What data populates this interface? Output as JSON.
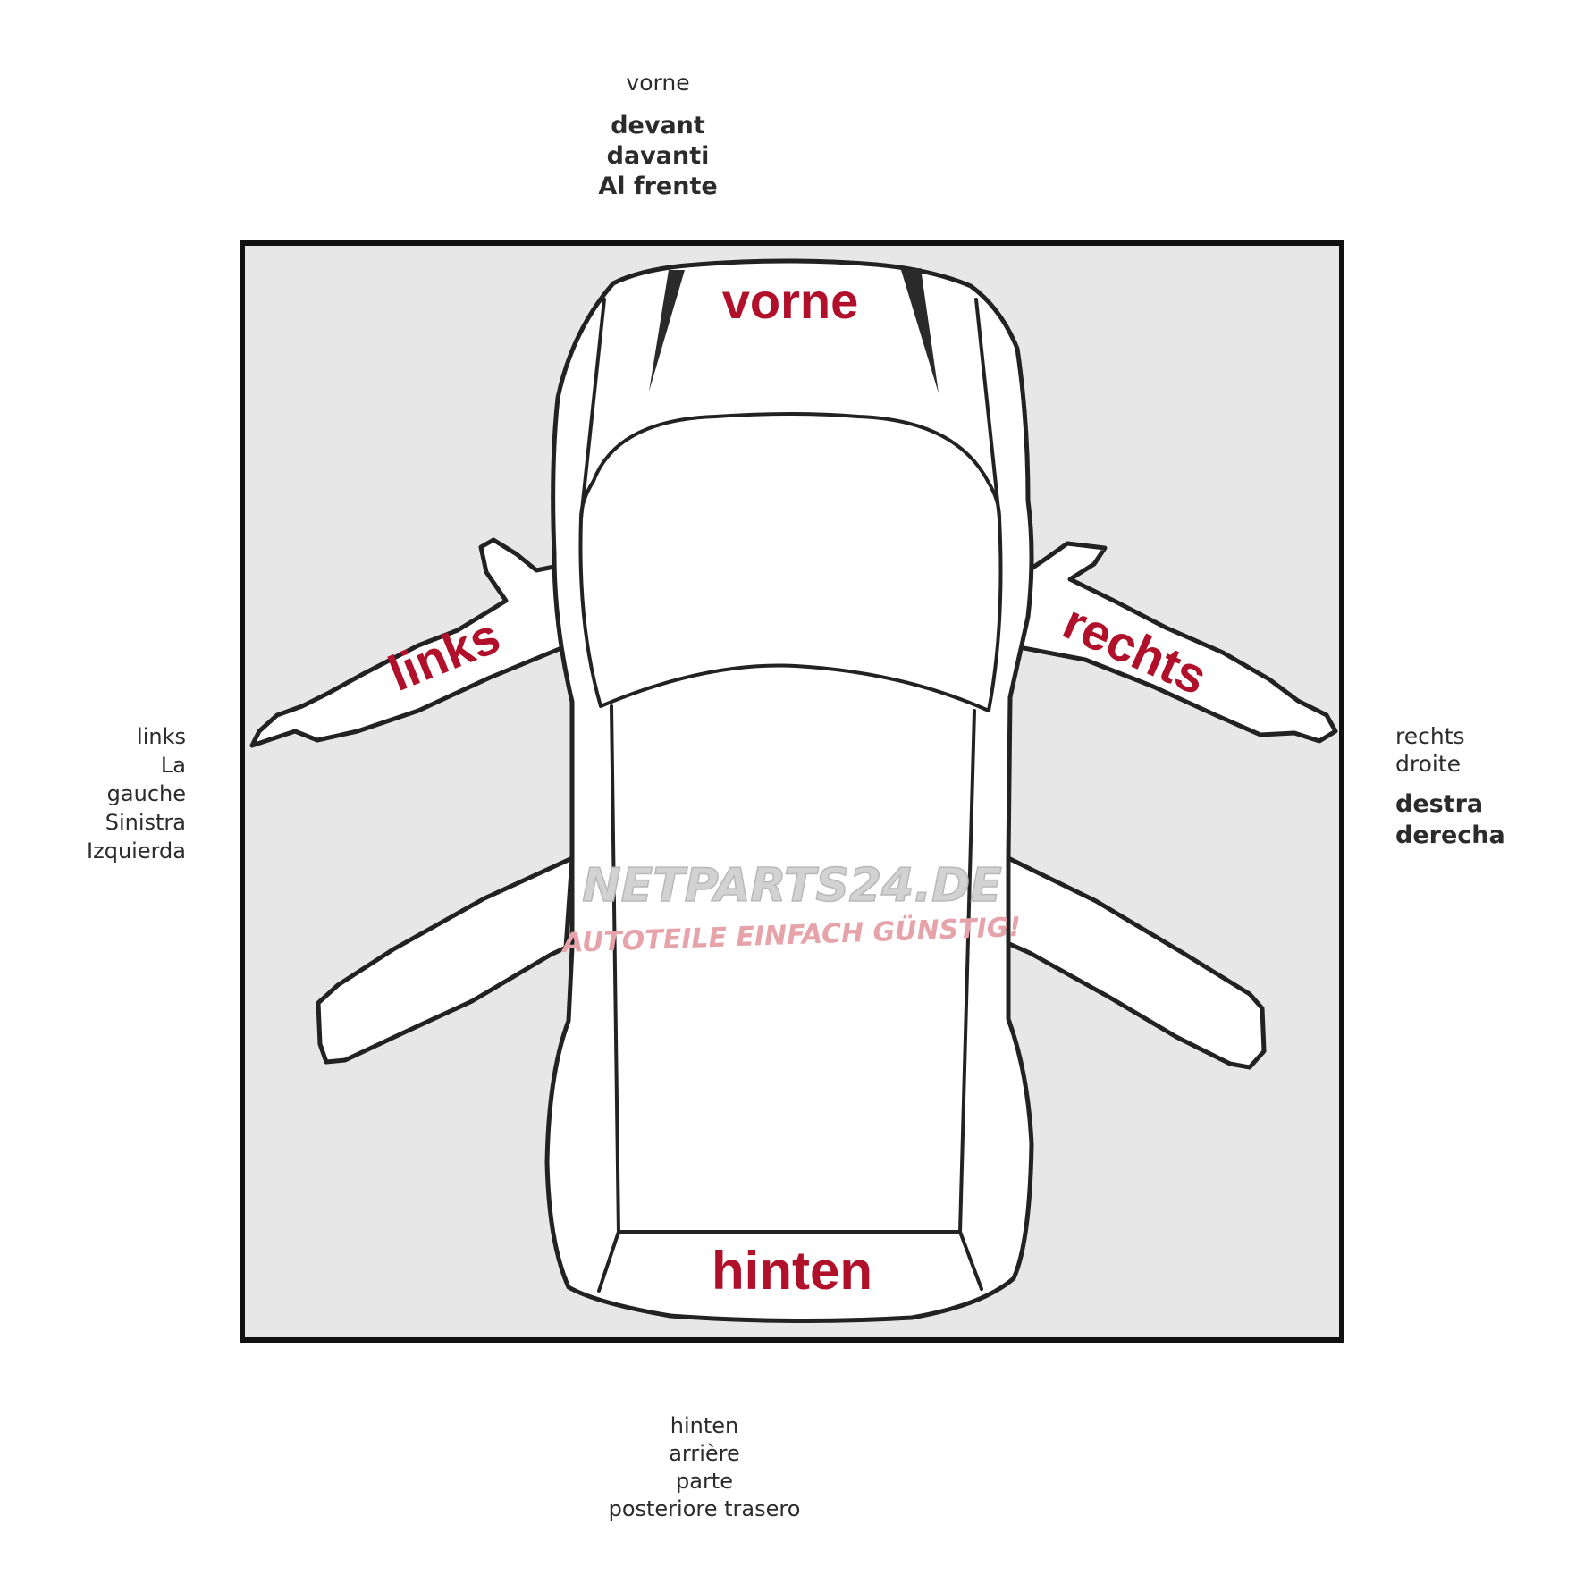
{
  "top_labels": {
    "line1": "vorne",
    "line2": "devant",
    "line3": "davanti",
    "line4": "Al frente"
  },
  "left_labels": {
    "line1": "links",
    "line2": "La",
    "line3": "gauche",
    "line4": "Sinistra Izquierda"
  },
  "right_labels": {
    "line1": "rechts",
    "line2": "droite",
    "line3": "destra",
    "line4": "derecha"
  },
  "bottom_labels": {
    "line1": "hinten",
    "line2": "arrière",
    "line3": "parte",
    "line4": "posteriore trasero"
  },
  "diagram": {
    "front": "vorne",
    "rear": "hinten",
    "left": "links",
    "right": "rechts",
    "watermark_brand": "NETPARTS24.DE",
    "watermark_tagline": "AUTOTEILE EINFACH GÜNSTIG!"
  },
  "colors": {
    "panel_bg": "#e7e7e7",
    "frame": "#111111",
    "car_stroke": "#222222",
    "accent_red": "#b0102a",
    "watermark": "#c9c9c9",
    "watermark_red": "#e6a3aa",
    "text": "#2b2b2b"
  },
  "icons": {
    "car": "car-top-view-outline"
  }
}
